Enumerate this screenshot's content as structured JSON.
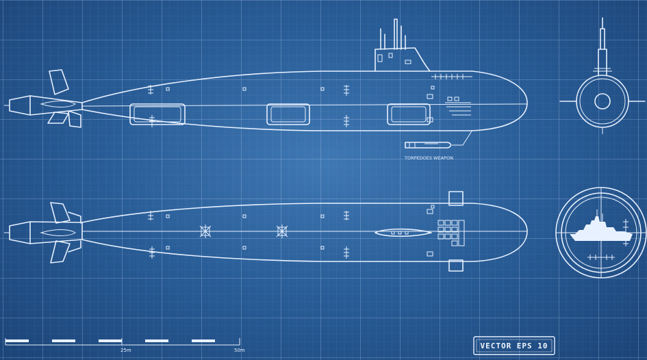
{
  "labels": {
    "torpedo_label": "TORPEDOES WEAPON",
    "scale_25": "25m",
    "scale_50": "50m",
    "badge": "VECTOR EPS 10"
  },
  "colors": {
    "background": "#2a5e98",
    "line": "#e8f1ff",
    "grid_major": "rgba(200,225,255,0.45)",
    "grid_minor": "rgba(200,225,255,0.18)"
  }
}
